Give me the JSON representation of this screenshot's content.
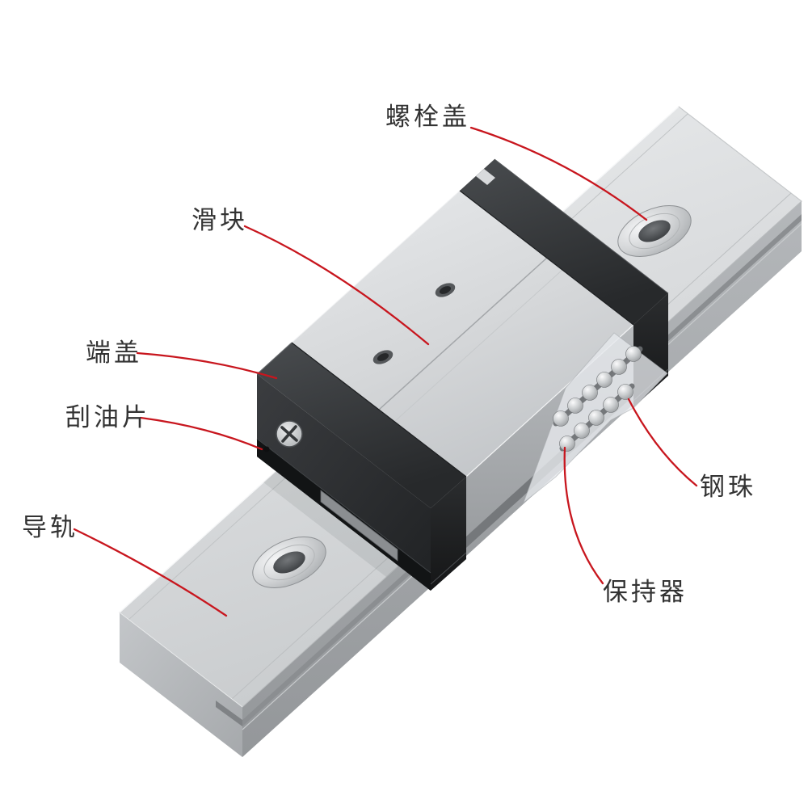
{
  "diagram": {
    "background_color": "#ffffff",
    "leader_line_color": "#c8161e",
    "label_text_color": "#333333",
    "labels": {
      "bolt_cover": "螺栓盖",
      "slider_block": "滑块",
      "end_cap": "端盖",
      "oil_scraper": "刮油片",
      "guide_rail": "导轨",
      "steel_ball": "钢珠",
      "retainer": "保持器"
    }
  }
}
